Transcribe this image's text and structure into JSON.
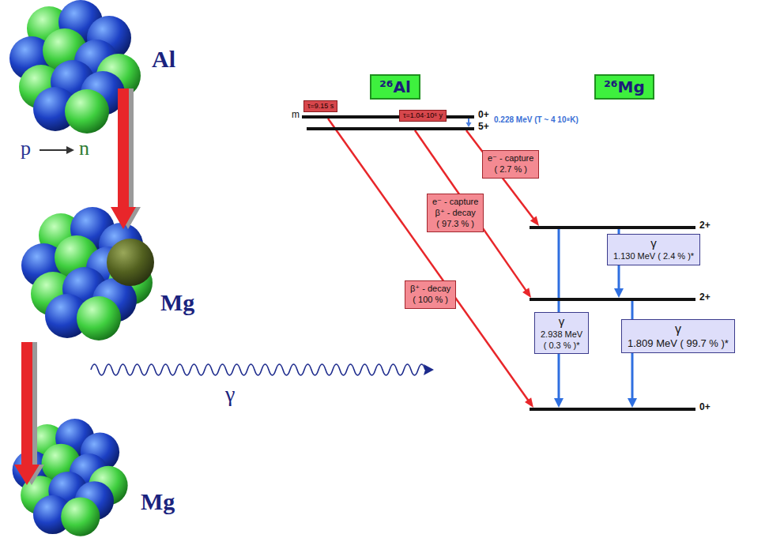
{
  "diagram": {
    "nodes": [
      {
        "text": [
          "²⁶Al"
        ]
      },
      {
        "text": [
          "²⁶Mg"
        ]
      },
      {
        "text": [
          "τ=9.15 s"
        ]
      },
      {
        "text": [
          "m",
          "0+"
        ]
      },
      {
        "text": [
          "τ=1.04·10⁶ y"
        ]
      },
      {
        "text": [
          "5+"
        ]
      },
      {
        "text": [
          "e⁻ - capture",
          "( 2.7 % )"
        ]
      },
      {
        "text": [
          "e⁻ - capture",
          "β⁺ - decay",
          "( 97.3 % )"
        ]
      },
      {
        "text": [
          "β⁺ - decay",
          "( 100 % )"
        ]
      },
      {
        "text": [
          "2+"
        ]
      },
      {
        "text": [
          "γ",
          "1.130 MeV  ( 2.4 % )*"
        ]
      },
      {
        "text": [
          "2+"
        ]
      },
      {
        "text": [
          "γ",
          "2.938 MeV",
          "( 0.3 % )*"
        ]
      },
      {
        "text": [
          "γ",
          "1.809 MeV  ( 99.7 % )*"
        ]
      },
      {
        "text": [
          "0+"
        ]
      }
    ],
    "edges": [
      {
        "from": 3,
        "to": 5,
        "arrow": "to",
        "label": "0.228 MeV  (T ~ 4 10⁸K)"
      },
      {
        "from": 3,
        "to": 14,
        "arrow": "to"
      },
      {
        "from": 5,
        "to": 11,
        "arrow": "to"
      },
      {
        "from": 5,
        "to": 9,
        "arrow": "to"
      },
      {
        "from": 9,
        "to": 14,
        "arrow": "to"
      },
      {
        "from": 9,
        "to": 11,
        "arrow": "to"
      },
      {
        "from": 11,
        "to": 14,
        "arrow": "to"
      }
    ],
    "labels": [
      "Al",
      "p",
      "n",
      "Mg",
      "γ",
      "Mg"
    ]
  }
}
